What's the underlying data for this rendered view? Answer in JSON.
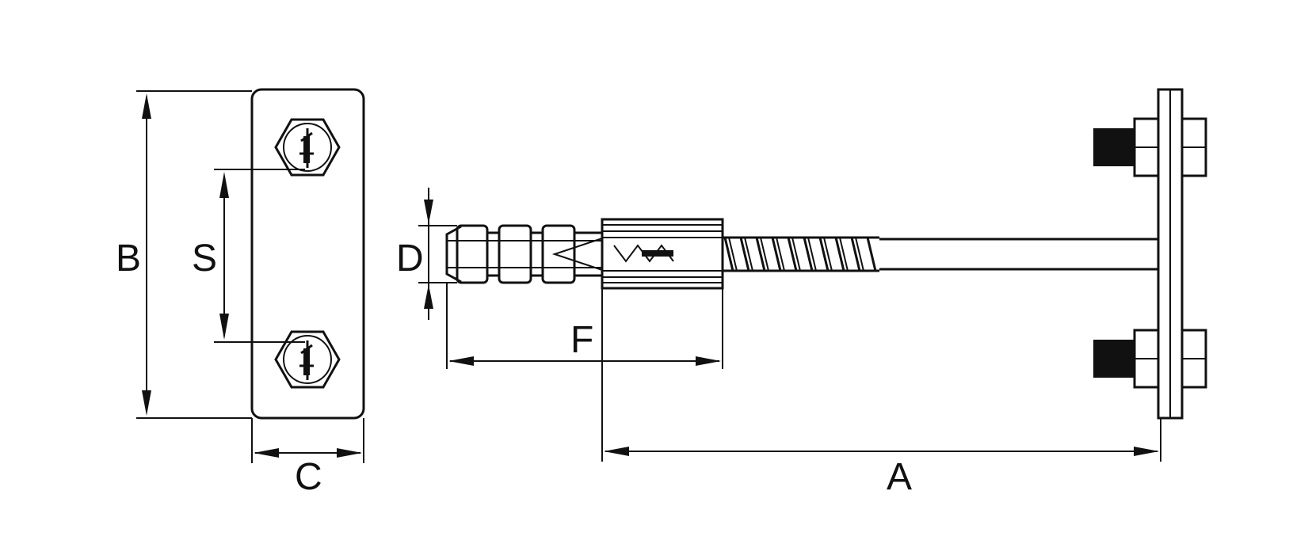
{
  "labels": {
    "A": "A",
    "B": "B",
    "C": "C",
    "D": "D",
    "F": "F",
    "S": "S"
  }
}
